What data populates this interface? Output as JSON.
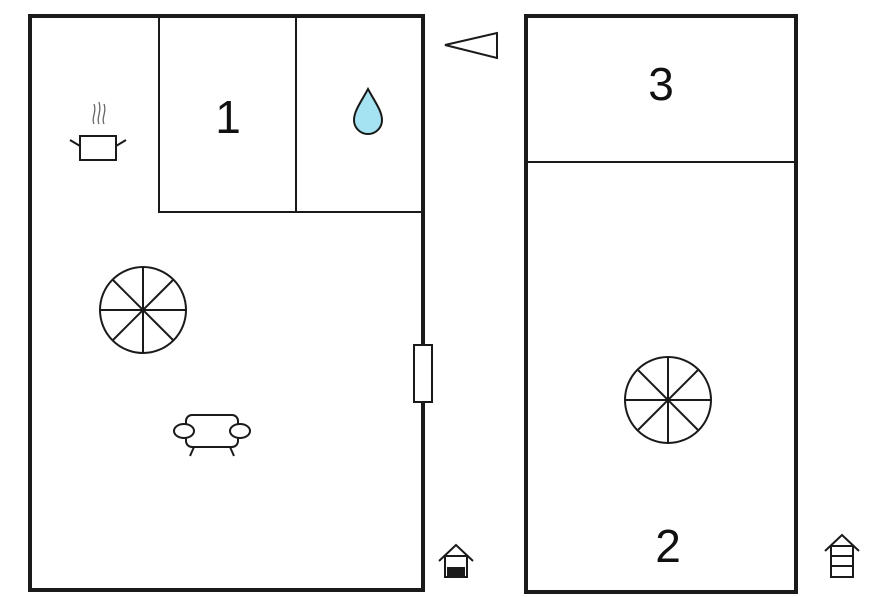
{
  "floorplan": {
    "rooms": [
      {
        "id": "room-1",
        "label": "1"
      },
      {
        "id": "room-2",
        "label": "2"
      },
      {
        "id": "room-3",
        "label": "3"
      }
    ],
    "icons": {
      "kitchen": "cooking-pot-icon",
      "bathroom": "water-drop-icon",
      "living": "sofa-icon",
      "staircase": "spiral-staircase-icon",
      "orientation": "north-arrow-icon",
      "floor_marker": "floor-level-icon"
    },
    "colors": {
      "wall": "#1a1a1a",
      "water_drop_fill": "#a6e3f2",
      "background": "#ffffff"
    }
  }
}
